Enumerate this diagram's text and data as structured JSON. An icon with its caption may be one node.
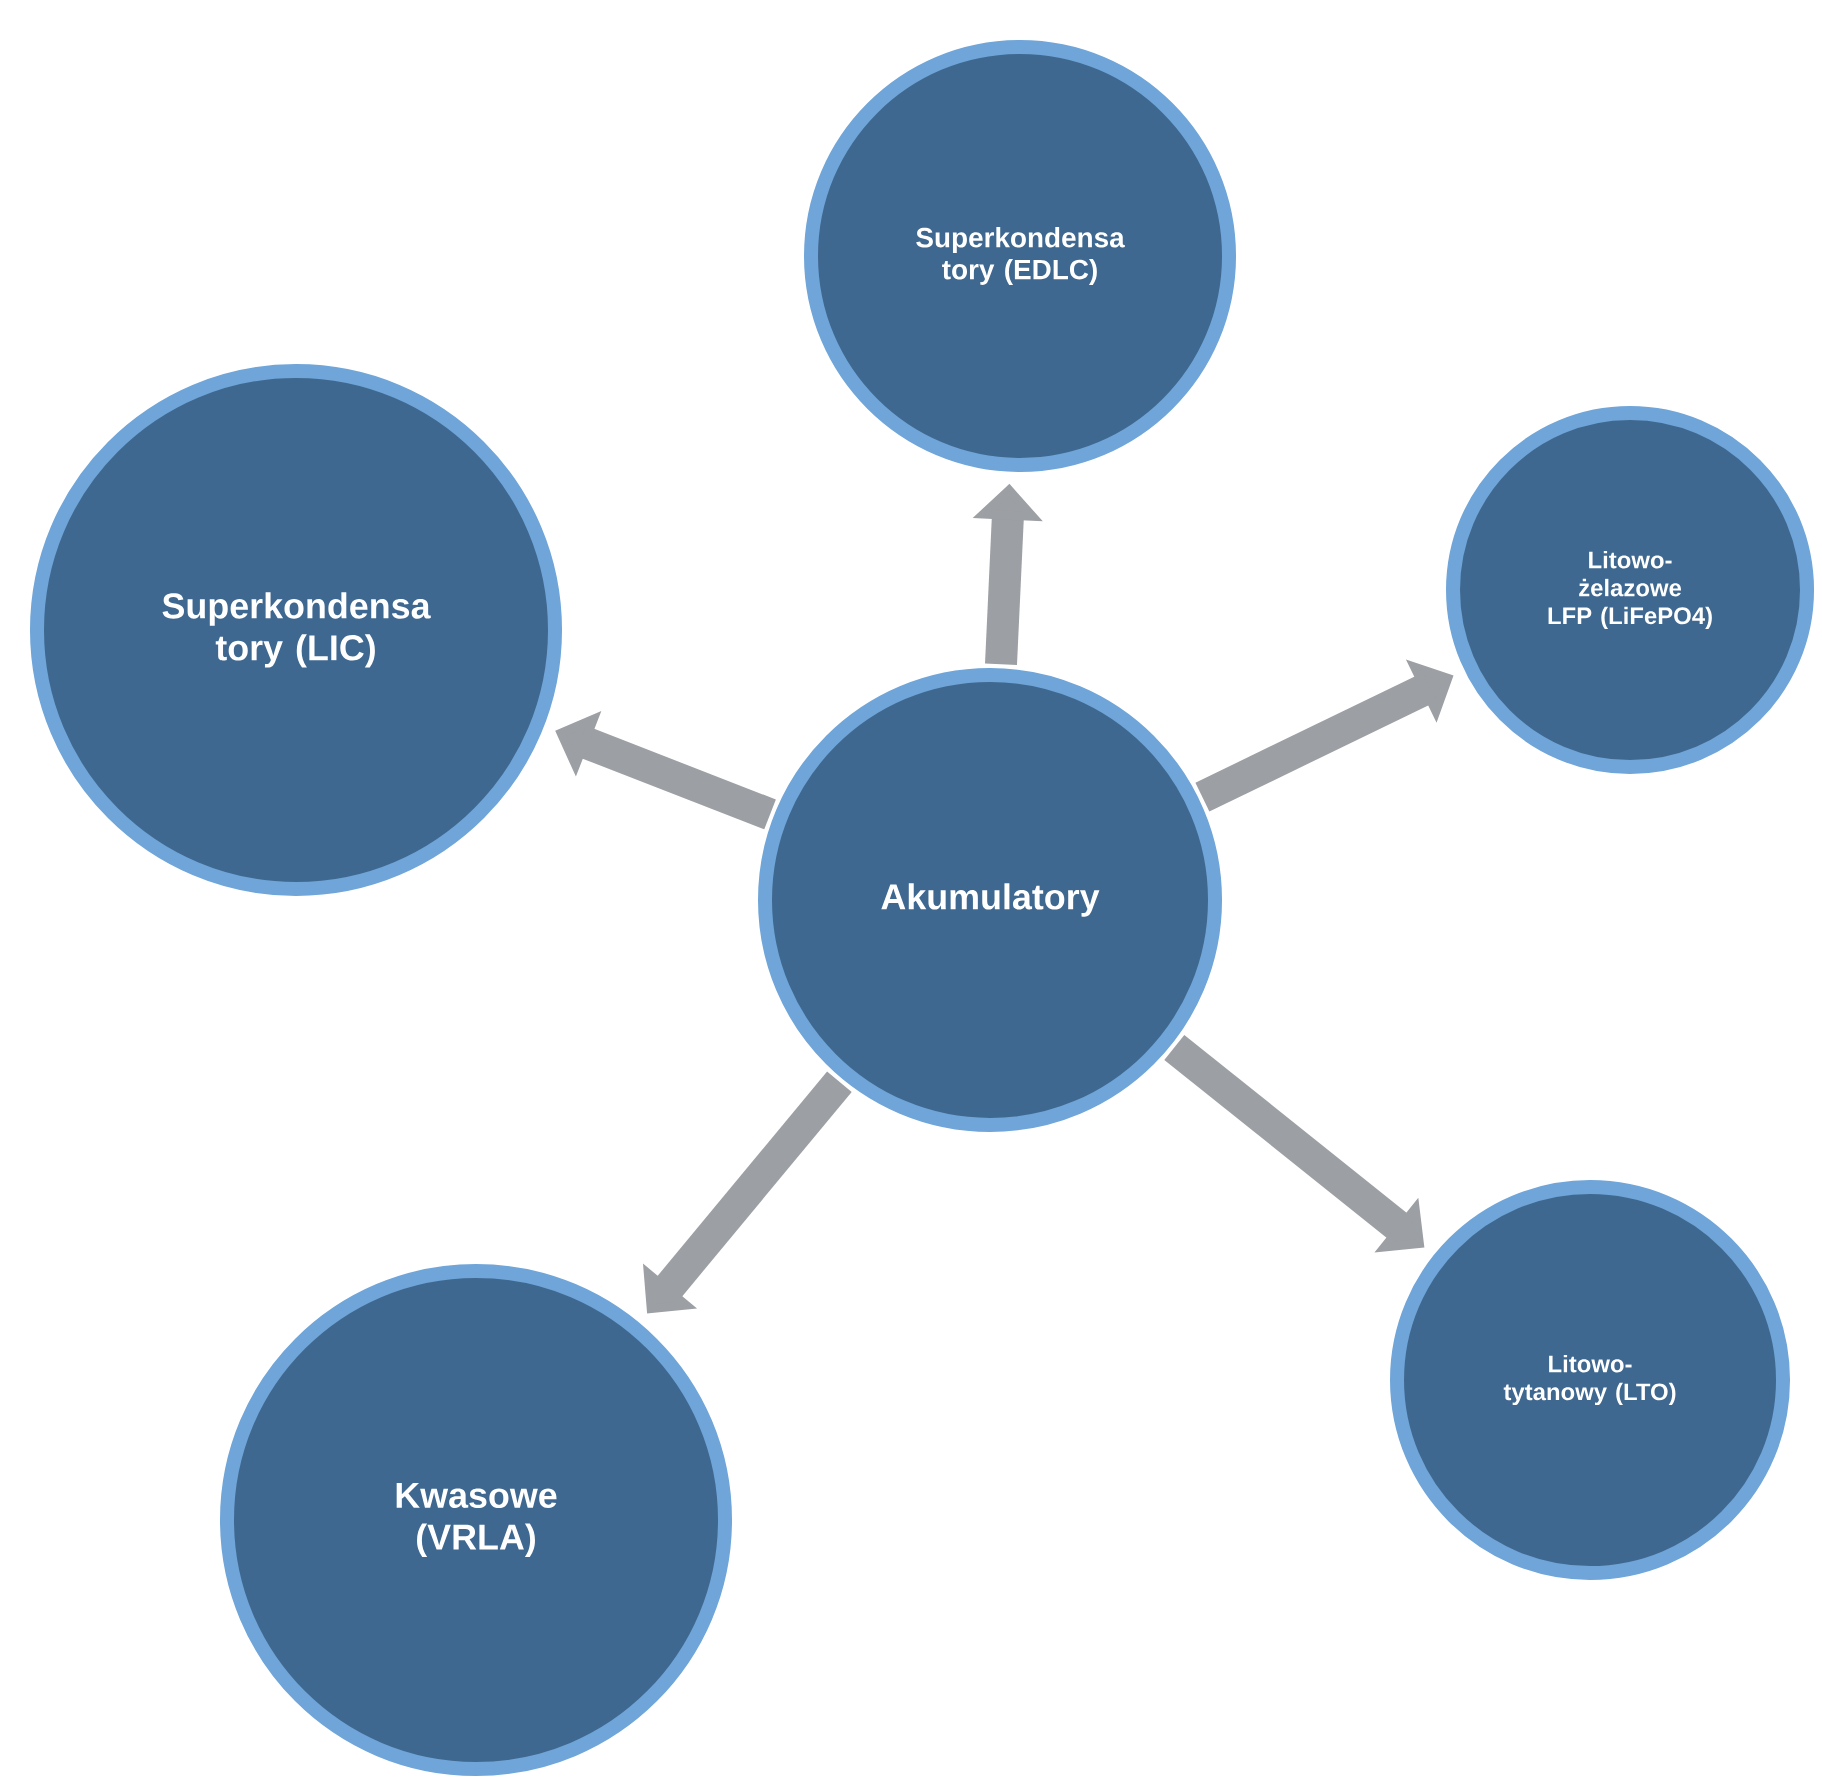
{
  "diagram": {
    "nodes": [
      {
        "text": [
          "Superkondensa tory (EDLC)"
        ]
      },
      {
        "text": [
          "Superkondensa tory (LIC)"
        ]
      },
      {
        "text": [
          "Litowo- żelazowe LFP (LiFePO4)"
        ]
      },
      {
        "text": [
          "Akumulatory"
        ]
      },
      {
        "text": [
          "Litowo- tytanowy (LTO)"
        ]
      },
      {
        "text": [
          "Kwasowe (VRLA)"
        ]
      }
    ],
    "edges": [
      {
        "from": 3,
        "to": 0,
        "arrow": "to"
      },
      {
        "from": 3,
        "to": 1,
        "arrow": "to"
      },
      {
        "from": 3,
        "to": 2,
        "arrow": "to"
      },
      {
        "from": 3,
        "to": 4,
        "arrow": "to"
      },
      {
        "from": 3,
        "to": 5,
        "arrow": "to"
      }
    ]
  }
}
